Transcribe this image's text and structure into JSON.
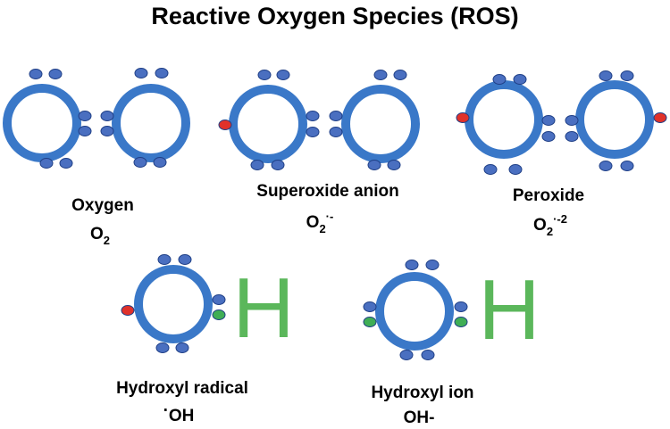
{
  "title": "Reactive Oxygen Species (ROS)",
  "colors": {
    "ring": "#3a78c8",
    "electron_blue": "#4a6fc0",
    "electron_red": "#e0312a",
    "electron_green": "#3fae55",
    "hydrogen": "#5bb75b"
  },
  "species": {
    "oxygen": {
      "name": "Oxygen",
      "formula": "O",
      "subscript": "2",
      "superscript": ""
    },
    "superoxide": {
      "name": "Superoxide anion",
      "formula": "O",
      "subscript": "2",
      "superscript": "·-"
    },
    "peroxide": {
      "name": "Peroxide",
      "formula": "O",
      "subscript": "2",
      "superscript": "·-2"
    },
    "hydroxyl_radical": {
      "name": "Hydroxyl radical",
      "formula_prefix": "·",
      "formula": "OH"
    },
    "hydroxyl_ion": {
      "name": "Hydroxyl ion",
      "formula": "OH-"
    }
  },
  "hydrogen_symbol": "H"
}
